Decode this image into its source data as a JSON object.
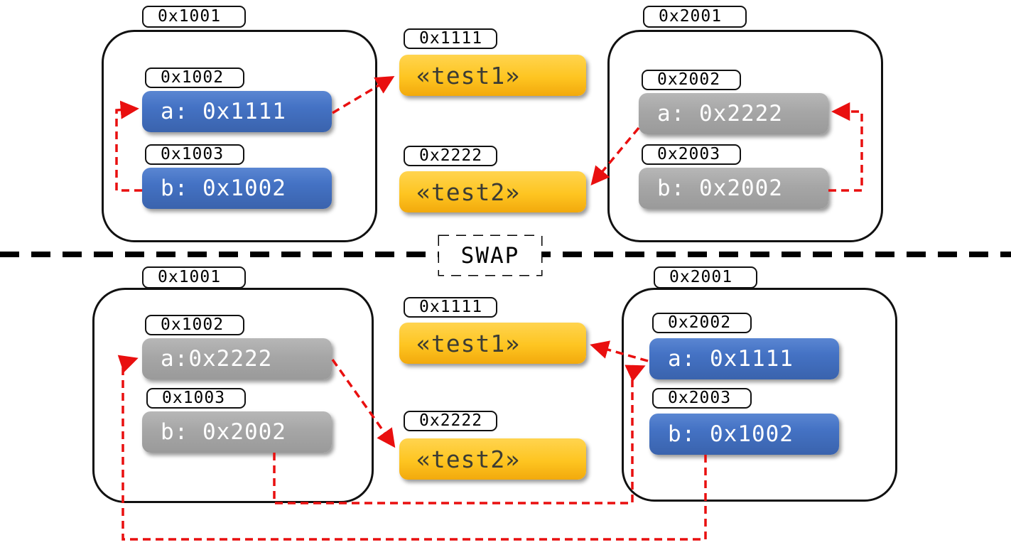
{
  "divider": {
    "label": "SWAP"
  },
  "colors": {
    "pointer_arrow_red": "#e90f0f",
    "variable_blue": "#4472c4",
    "variable_gray": "#a6a6a6",
    "string_yellow": "#fec521",
    "outline_black": "#111111"
  },
  "top": {
    "frames": [
      {
        "addr": "0x1001",
        "vars": [
          {
            "addr": "0x1002",
            "value": "a: 0x1111"
          },
          {
            "addr": "0x1003",
            "value": "b: 0x1002"
          }
        ]
      },
      {
        "addr": "0x2001",
        "vars": [
          {
            "addr": "0x2002",
            "value": "a: 0x2222"
          },
          {
            "addr": "0x2003",
            "value": "b: 0x2002"
          }
        ]
      }
    ],
    "strings": [
      {
        "addr": "0x1111",
        "text": "«test1»"
      },
      {
        "addr": "0x2222",
        "text": "«test2»"
      }
    ]
  },
  "bottom": {
    "frames": [
      {
        "addr": "0x1001",
        "vars": [
          {
            "addr": "0x1002",
            "value": "a:0x2222"
          },
          {
            "addr": "0x1003",
            "value": "b: 0x2002"
          }
        ]
      },
      {
        "addr": "0x2001",
        "vars": [
          {
            "addr": "0x2002",
            "value": "a: 0x1111"
          },
          {
            "addr": "0x2003",
            "value": "b: 0x1002"
          }
        ]
      }
    ],
    "strings": [
      {
        "addr": "0x1111",
        "text": "«test1»"
      },
      {
        "addr": "0x2222",
        "text": "«test2»"
      }
    ]
  }
}
